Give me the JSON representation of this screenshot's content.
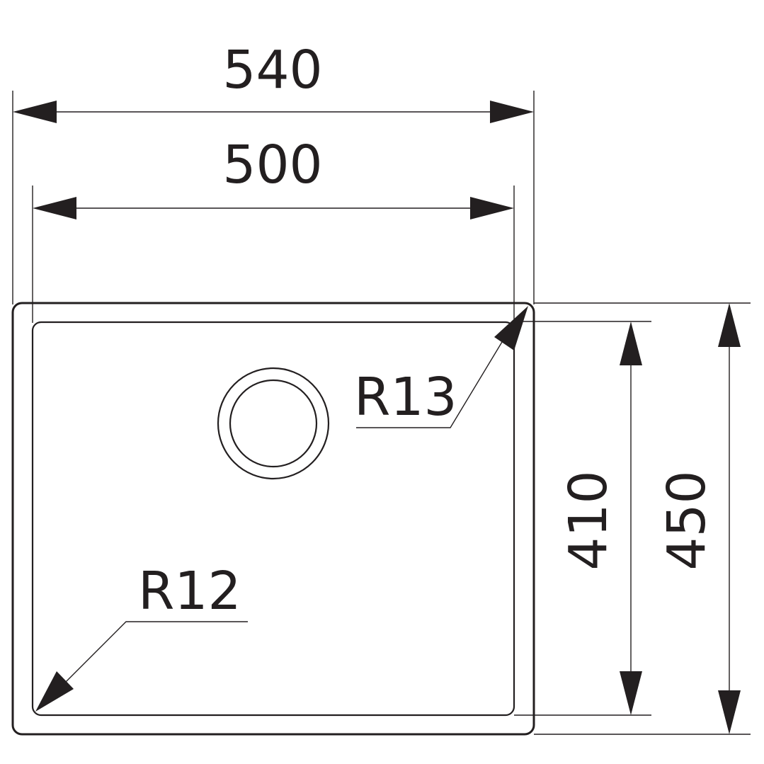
{
  "dimensions": {
    "outer_width": "540",
    "inner_width": "500",
    "inner_height": "410",
    "outer_height": "450"
  },
  "radii": {
    "outer_corner": "R13",
    "inner_corner": "R12"
  },
  "colors": {
    "line": "#231f20",
    "background": "#ffffff"
  }
}
